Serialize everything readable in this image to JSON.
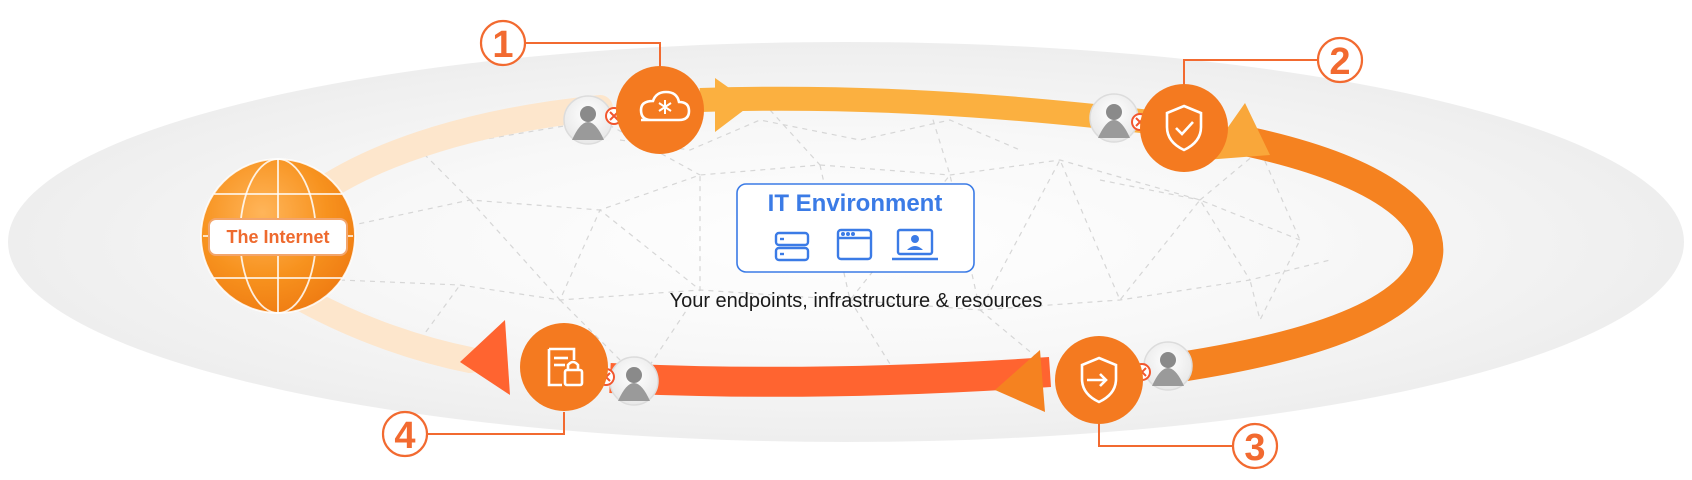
{
  "internet": {
    "label": "The Internet"
  },
  "it_environment": {
    "title": "IT Environment",
    "caption": "Your endpoints, infrastructure & resources",
    "icons": [
      "server-icon",
      "browser-window-icon",
      "laptop-user-icon"
    ]
  },
  "steps": [
    {
      "number": "1",
      "icon": "cloud-icon"
    },
    {
      "number": "2",
      "icon": "shield-check-icon"
    },
    {
      "number": "3",
      "icon": "shield-login-icon"
    },
    {
      "number": "4",
      "icon": "document-lock-icon"
    }
  ],
  "colors": {
    "accent": "#f47a20",
    "number": "#f26a30",
    "blue": "#3b7be6",
    "arc_light": "#fde6cc",
    "arc_mid": "#fbb040",
    "arc_dark": "#f58220",
    "arc_red": "#ff6430",
    "blocked": "#f2562e"
  }
}
